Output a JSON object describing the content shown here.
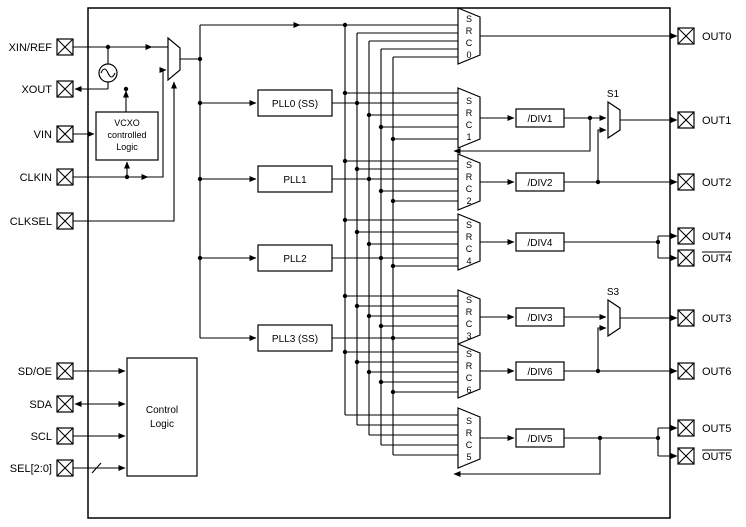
{
  "inputs": [
    "XIN/REF",
    "XOUT",
    "VIN",
    "CLKIN",
    "CLKSEL",
    "SD/OE",
    "SDA",
    "SCL",
    "SEL[2:0]"
  ],
  "outputs": [
    {
      "label": "OUT0",
      "overline": false
    },
    {
      "label": "OUT1",
      "overline": false
    },
    {
      "label": "OUT2",
      "overline": false
    },
    {
      "label": "OUT4",
      "overline": false
    },
    {
      "label": "OUT4",
      "overline": true
    },
    {
      "label": "OUT3",
      "overline": false
    },
    {
      "label": "OUT6",
      "overline": false
    },
    {
      "label": "OUT5",
      "overline": false
    },
    {
      "label": "OUT5",
      "overline": true
    }
  ],
  "blocks": {
    "vcxo": [
      "VCXO",
      "controlled",
      "Logic"
    ],
    "plls": [
      "PLL0 (SS)",
      "PLL1",
      "PLL2",
      "PLL3 (SS)"
    ],
    "control": [
      "Control",
      "Logic"
    ]
  },
  "dividers": [
    "/DIV1",
    "/DIV2",
    "/DIV4",
    "/DIV3",
    "/DIV6",
    "/DIV5"
  ],
  "srcs": [
    [
      "S",
      "R",
      "C",
      "0"
    ],
    [
      "S",
      "R",
      "C",
      "1"
    ],
    [
      "S",
      "R",
      "C",
      "2"
    ],
    [
      "S",
      "R",
      "C",
      "4"
    ],
    [
      "S",
      "R",
      "C",
      "3"
    ],
    [
      "S",
      "R",
      "C",
      "6"
    ],
    [
      "S",
      "R",
      "C",
      "5"
    ]
  ],
  "selectors": [
    "S1",
    "S3"
  ],
  "icons": {
    "oscillator": "sine-wave-oscillator",
    "pad": "crossed-square-io-pad",
    "bus_slash": "bus-width-slash"
  },
  "colors": {
    "line": "#000000",
    "background": "#ffffff"
  }
}
